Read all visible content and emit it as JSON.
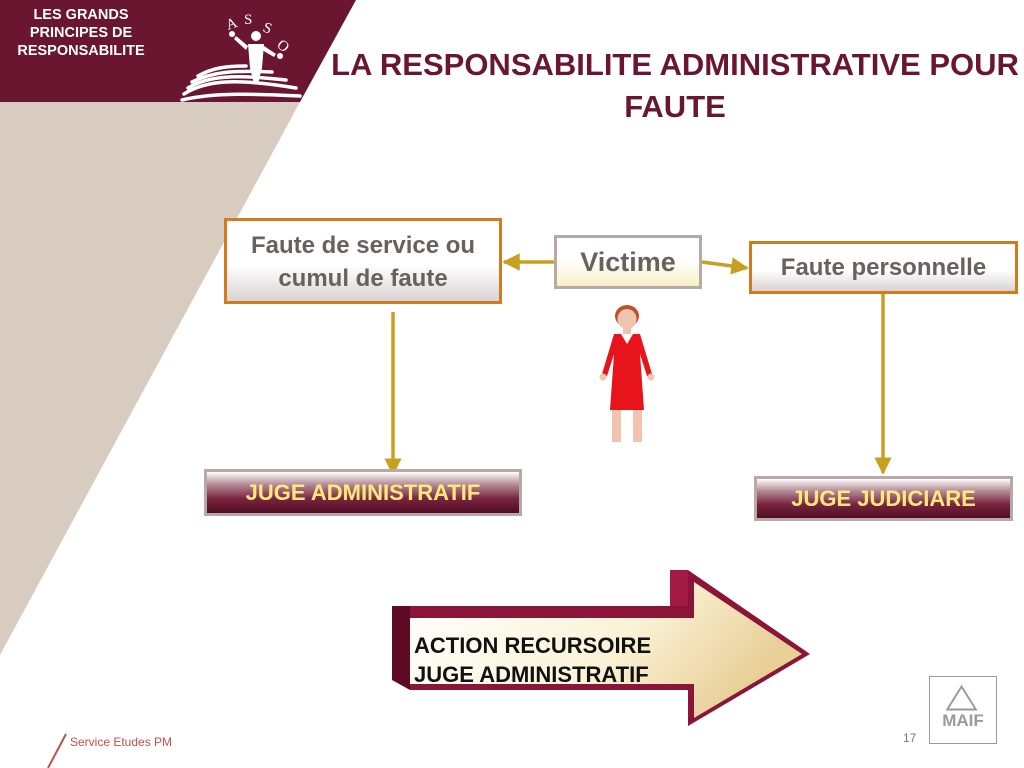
{
  "header": {
    "section_title": "LES GRANDS\nPRINCIPES  DE\nRESPONSABILITE",
    "logo_letters": [
      "A",
      "S",
      "S",
      "O"
    ]
  },
  "title": "LA RESPONSABILITE ADMINISTRATIVE POUR FAUTE",
  "diagram": {
    "left_box": "Faute de service ou\ncumul de faute",
    "center_box": "Victime",
    "right_box": "Faute personnelle",
    "left_judge": "JUGE ADMINISTRATIF",
    "right_judge": "JUGE JUDICIARE",
    "recourse": "ACTION RECURSOIRE\nJUGE ADMINISTRATIF"
  },
  "footer": {
    "service": "Service Etudes PM",
    "page_number": "17",
    "maif_logo": "MAIF"
  },
  "colors": {
    "brand_dark": "#6b1630",
    "title": "#6b1630",
    "box_border": "#d27a1e",
    "arrow": "#c8a020",
    "judge_text": "#ffe97a",
    "woman_dress": "#e8141c",
    "side_triangle": "#d8cbc0"
  }
}
